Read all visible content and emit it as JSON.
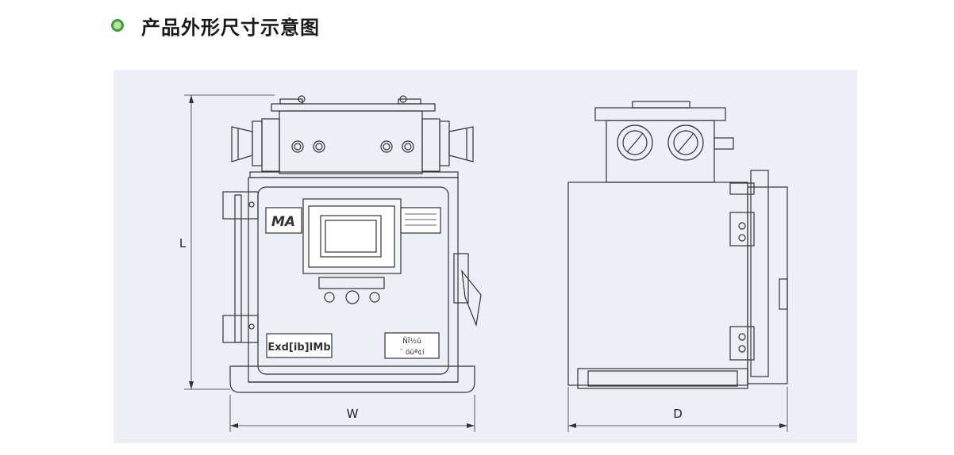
{
  "page": {
    "title": "产品外形尺寸示意图",
    "bullet_color": "#3a9b3f",
    "panel_bg": "#eceff6"
  },
  "front_view": {
    "badge_text": "MA",
    "rating_plate": "Exd[ib]IMb",
    "nameplate_line1": "ÑÏ½û",
    "nameplate_line2": "¯ öüª¢í"
  },
  "dimensions": {
    "height_label": "L",
    "width_label": "W",
    "depth_label": "D"
  }
}
